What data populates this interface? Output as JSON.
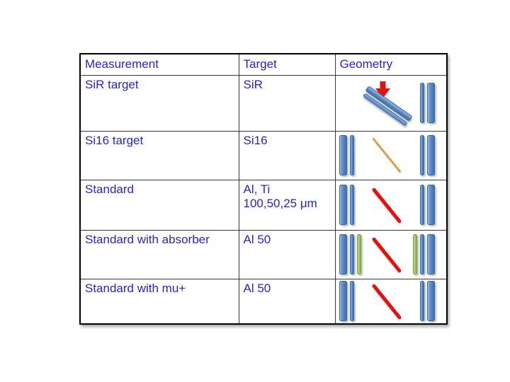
{
  "colors": {
    "text_blue": "#2626c4",
    "bar_blue": "#4f81bd",
    "bar_blue_border": "#3c69a8",
    "bar_green": "#94b354",
    "bar_green_border": "#7d9a43",
    "beam_red": "#e01212",
    "beam_orange": "#e09b45",
    "arrow_red": "#e01212",
    "table_border": "#000000"
  },
  "table": {
    "headers": [
      "Measurement",
      "Target",
      "Geometry"
    ],
    "rows": [
      {
        "measurement": "SiR target",
        "target_lines": [
          "SiR"
        ],
        "geometry": "sir_tilted"
      },
      {
        "measurement": "Si16 target",
        "target_lines": [
          "Si16"
        ],
        "geometry": "si16_beam"
      },
      {
        "measurement": "Standard",
        "target_lines": [
          "Al, Ti",
          "100,50,25 μm"
        ],
        "geometry": "standard_beam"
      },
      {
        "measurement": "Standard with absorber",
        "target_lines": [
          "Al 50"
        ],
        "geometry": "absorber_beam"
      },
      {
        "measurement": "Standard with mu+",
        "target_lines": [
          "Al 50"
        ],
        "geometry": "standard_beam"
      }
    ],
    "geometries": {
      "sir_tilted": {
        "type": "tilted",
        "arrow": "red-down-arrow",
        "tilted_bars": [
          "thick",
          "thin"
        ],
        "right_bars": [
          "blue-thin",
          "blue-thick"
        ]
      },
      "si16_beam": {
        "type": "beam",
        "beam": "orange",
        "left_bars": [
          "blue-thick",
          "blue-thin"
        ],
        "right_bars": [
          "blue-thin",
          "blue-thick"
        ]
      },
      "standard_beam": {
        "type": "beam",
        "beam": "red",
        "left_bars": [
          "blue-thick",
          "blue-thin"
        ],
        "right_bars": [
          "blue-thin",
          "blue-thick"
        ]
      },
      "absorber_beam": {
        "type": "beam",
        "beam": "red",
        "left_bars": [
          "blue-thick",
          "blue-thin",
          "green-thin"
        ],
        "right_bars": [
          "green-thin",
          "blue-thin",
          "blue-thick"
        ]
      }
    }
  }
}
